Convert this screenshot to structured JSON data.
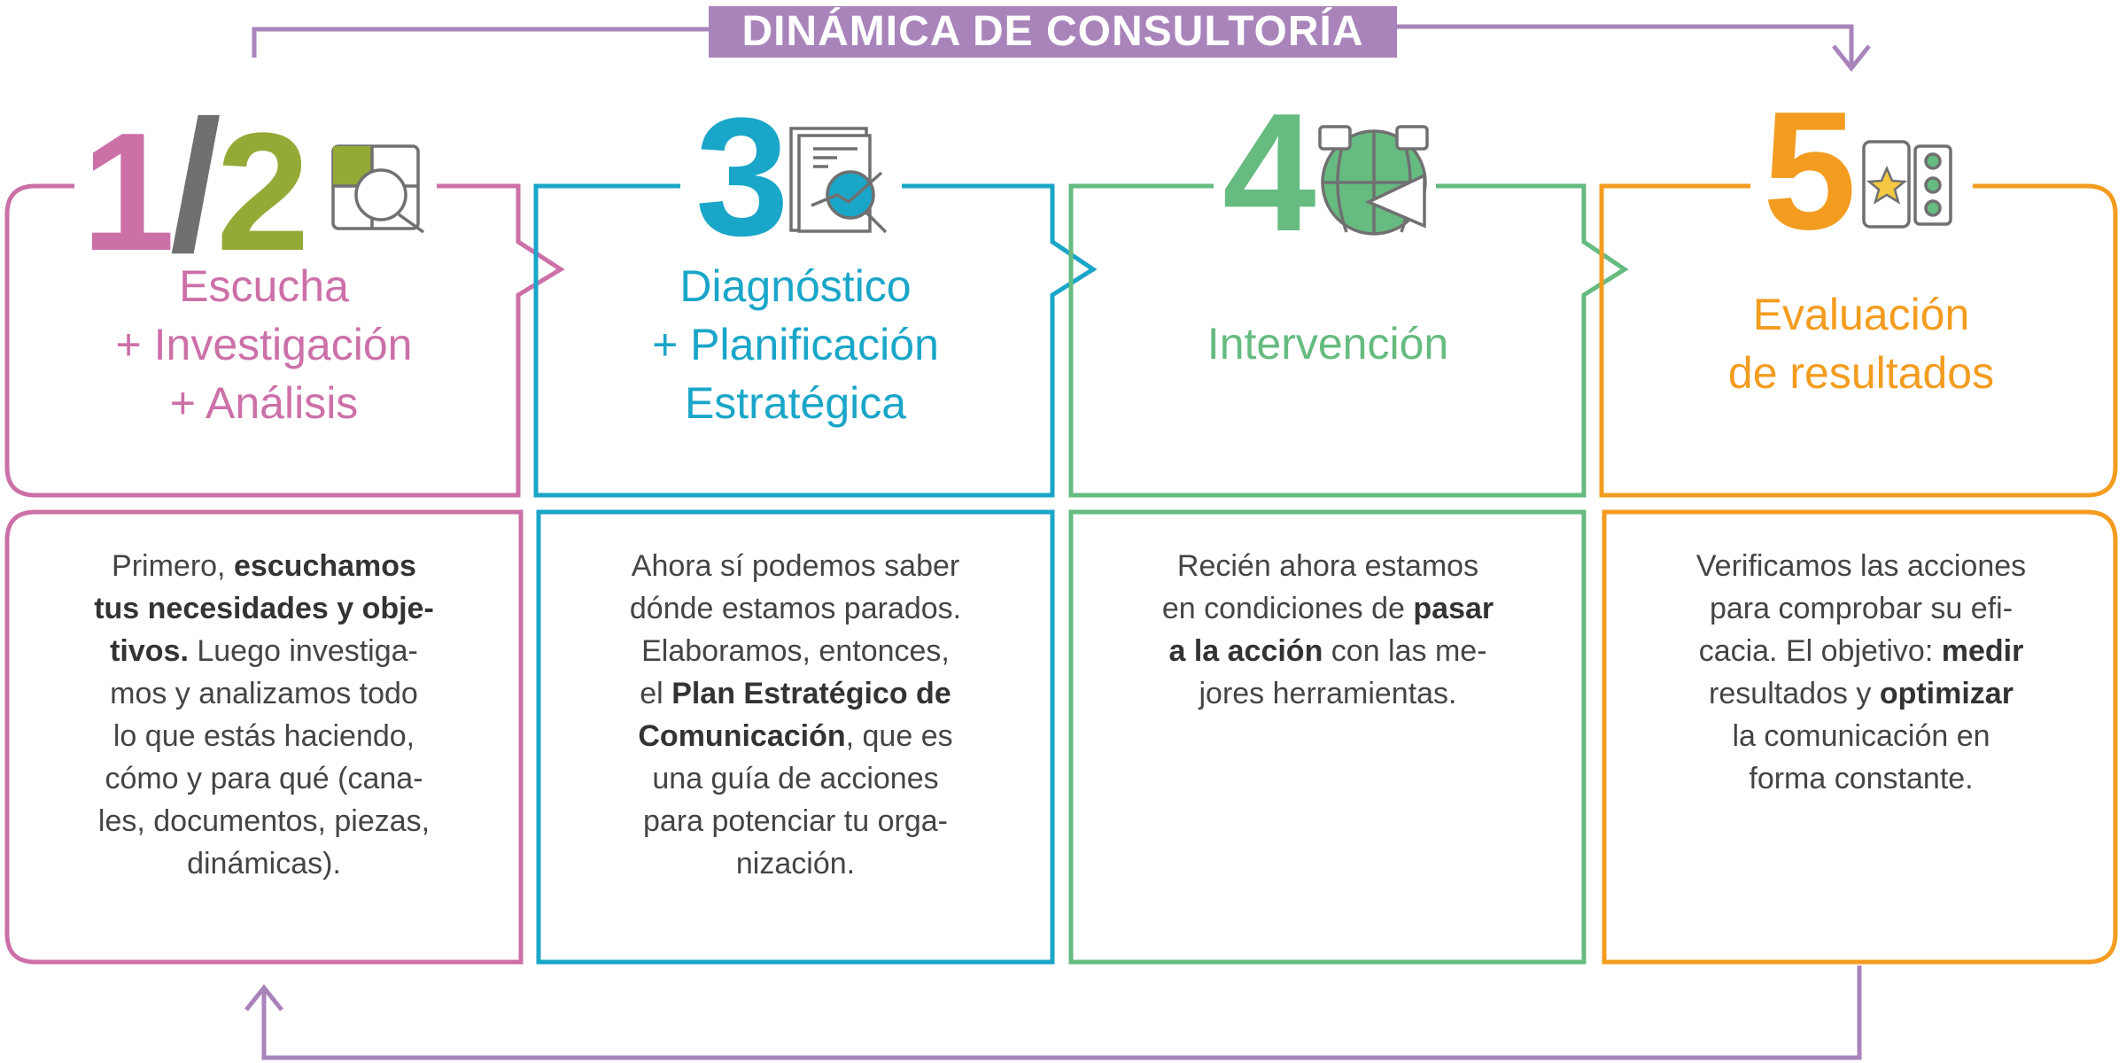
{
  "title": "DINÁMICA DE CONSULTORÍA",
  "colors": {
    "purple": "#a884bb",
    "pink": "#cc70a8",
    "blue": "#1aa6c8",
    "green": "#66bb80",
    "orange": "#f39c1f",
    "olive": "#93ab36",
    "gray": "#707070",
    "text": "#444444"
  },
  "steps": [
    {
      "number_a": "1",
      "slash": "/",
      "number_b": "2",
      "icon": "puzzle-magnifier-icon",
      "heading": [
        "Escucha",
        "+ Investigación",
        "+ Análisis"
      ],
      "body": [
        [
          {
            "t": "Primero, "
          },
          {
            "t": "escuchamos",
            "b": true
          }
        ],
        [
          {
            "t": "tus necesidades y obje-",
            "b": true
          }
        ],
        [
          {
            "t": "tivos.",
            "b": true
          },
          {
            "t": " Luego investiga-"
          }
        ],
        [
          {
            "t": "mos y analizamos todo"
          }
        ],
        [
          {
            "t": "lo que estás haciendo,"
          }
        ],
        [
          {
            "t": "cómo y para qué (cana-"
          }
        ],
        [
          {
            "t": "les, documentos, piezas,"
          }
        ],
        [
          {
            "t": "dinámicas)."
          }
        ]
      ]
    },
    {
      "number": "3",
      "icon": "document-chart-magnifier-icon",
      "heading": [
        "Diagnóstico",
        "+ Planificación",
        "Estratégica"
      ],
      "body": [
        [
          {
            "t": "Ahora sí podemos saber"
          }
        ],
        [
          {
            "t": "dónde estamos parados."
          }
        ],
        [
          {
            "t": "Elaboramos, entonces,"
          }
        ],
        [
          {
            "t": "el "
          },
          {
            "t": "Plan Estratégico de",
            "b": true
          }
        ],
        [
          {
            "t": "Comunicación",
            "b": true
          },
          {
            "t": ", que es"
          }
        ],
        [
          {
            "t": "una guía de acciones"
          }
        ],
        [
          {
            "t": "para potenciar tu orga-"
          }
        ],
        [
          {
            "t": "nización."
          }
        ]
      ]
    },
    {
      "number": "4",
      "icon": "globe-megaphone-icon",
      "heading": [
        "Intervención"
      ],
      "body": [
        [
          {
            "t": "Recién ahora estamos"
          }
        ],
        [
          {
            "t": "en condiciones de "
          },
          {
            "t": "pasar",
            "b": true
          }
        ],
        [
          {
            "t": "a la acción",
            "b": true
          },
          {
            "t": " con las me-"
          }
        ],
        [
          {
            "t": "jores herramientas."
          }
        ]
      ]
    },
    {
      "number": "5",
      "icon": "phone-star-checklist-icon",
      "heading": [
        "Evaluación",
        "de resultados"
      ],
      "body": [
        [
          {
            "t": "Verificamos las acciones"
          }
        ],
        [
          {
            "t": "para comprobar su efi-"
          }
        ],
        [
          {
            "t": "cacia. El objetivo: "
          },
          {
            "t": "medir",
            "b": true
          }
        ],
        [
          {
            "t": "resultados y "
          },
          {
            "t": "optimizar",
            "b": true
          }
        ],
        [
          {
            "t": "la comunicación en"
          }
        ],
        [
          {
            "t": "forma constante."
          }
        ]
      ]
    }
  ]
}
